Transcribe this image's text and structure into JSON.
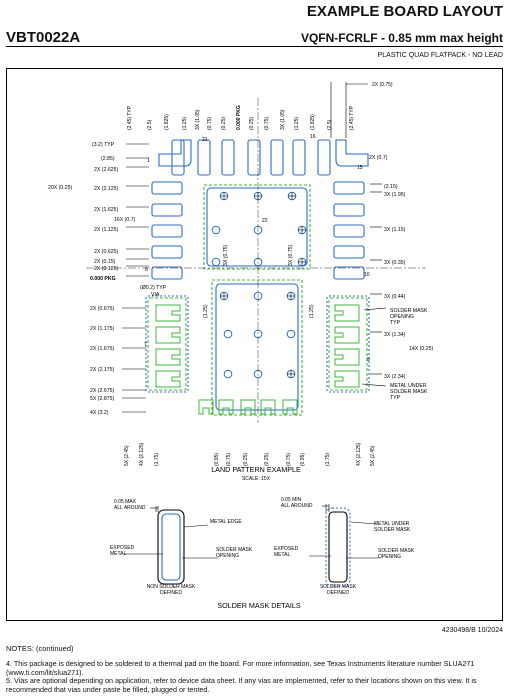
{
  "header": {
    "title": "EXAMPLE BOARD LAYOUT",
    "part_number": "VBT0022A",
    "package_name": "VQFN-FCRLF - 0.85 mm max height",
    "package_desc": "PLASTIC QUAD FLATPACK - NO LEAD"
  },
  "drawing": {
    "title": "LAND PATTERN EXAMPLE",
    "scale": "SCALE: 15X",
    "top_dims": [
      "(2.45) TYP",
      "(2.5)",
      "(1.825)",
      "(1.25)",
      "3X (1.05)",
      "(0.75)",
      "(0.25)",
      "0.000 PKG",
      "(0.25)",
      "(0.75)",
      "3X (1.05)",
      "(1.25)",
      "(1.825)",
      "(2.5)",
      "(2.45) TYP"
    ],
    "top_right_dim": "2X (0.75)",
    "left_dims": [
      "(3.2) TYP",
      "(2.85)",
      "2X (2.625)",
      "2X (2.125)",
      "2X (1.625)",
      "16X (0.7)",
      "2X (1.125)",
      "2X (0.625)",
      "2X (0.15)",
      "2X (0.125)",
      "0.000 PKG",
      "20X (0.25)"
    ],
    "left_lower_dims": [
      "2X (0.675)",
      "2X (1.175)",
      "2X (1.675)",
      "2X (2.175)",
      "2X (2.675)",
      "5X (2.875)",
      "4X (3.2)"
    ],
    "right_dims": [
      "2X (0.7)",
      "(2.15)",
      "3X (1.95)",
      "3X (1.15)",
      "3X (0.35)",
      "3X (0.44)",
      "3X (1.34)",
      "14X (0.25)",
      "3X (2.34)"
    ],
    "inner_dims": [
      "3X (0.75)",
      "3X (0.75)",
      "(1.25)",
      "(1.25)"
    ],
    "via_label": "Ø0.2) TYP",
    "via_word": "VIA",
    "via_prefix": "(",
    "bottom_dims": [
      "5X (2.45)",
      "4X (2.125)",
      "(1.75)",
      "(0.95)",
      "(0.75)",
      "(0.25)",
      "(0.25)",
      "(0.75)",
      "(0.95)",
      "(1.75)",
      "4X (2.125)",
      "5X (2.45)"
    ],
    "pin_labels": [
      "1",
      "21",
      "16",
      "15",
      "22",
      "10",
      "6",
      "7",
      "9"
    ],
    "solder_mask_opening_typ": "SOLDER MASK\nOPENING\nTYP",
    "metal_under_solder_mask_typ": "METAL UNDER\nSOLDER MASK\nTYP"
  },
  "details": {
    "title": "SOLDER MASK DETAILS",
    "left": {
      "dim": "0.05 MAX\nALL AROUND",
      "metal_edge": "METAL EDGE",
      "exposed_metal": "EXPOSED\nMETAL",
      "opening": "SOLDER MASK\nOPENING",
      "caption": "NON SOLDER MASK\nDEFINED"
    },
    "right": {
      "dim": "0.05 MIN\nALL AROUND",
      "metal_under": "METAL UNDER\nSOLDER MASK",
      "exposed_metal": "EXPOSED\nMETAL",
      "opening": "SOLDER MASK\nOPENING",
      "caption": "SOLDER MASK\nDEFINED"
    }
  },
  "footer": {
    "doc_id": "4230498/B   10/2024",
    "notes_head": "NOTES: (continued)",
    "note4": "4. This package is designed to be soldered to a thermal pad on the board. For more information, see Texas Instruments literature number SLUA271 (www.ti.com/lit/slua271).",
    "note5": "5. Vias are optional depending on application, refer to device data sheet. If any vias are implemented, refer to their locations shown on this view. It is recommended that vias under paste be filled, plugged or tented."
  },
  "colors": {
    "pad_blue": "#2a6bc2",
    "mask_green": "#3cb83c",
    "line": "#000000"
  }
}
